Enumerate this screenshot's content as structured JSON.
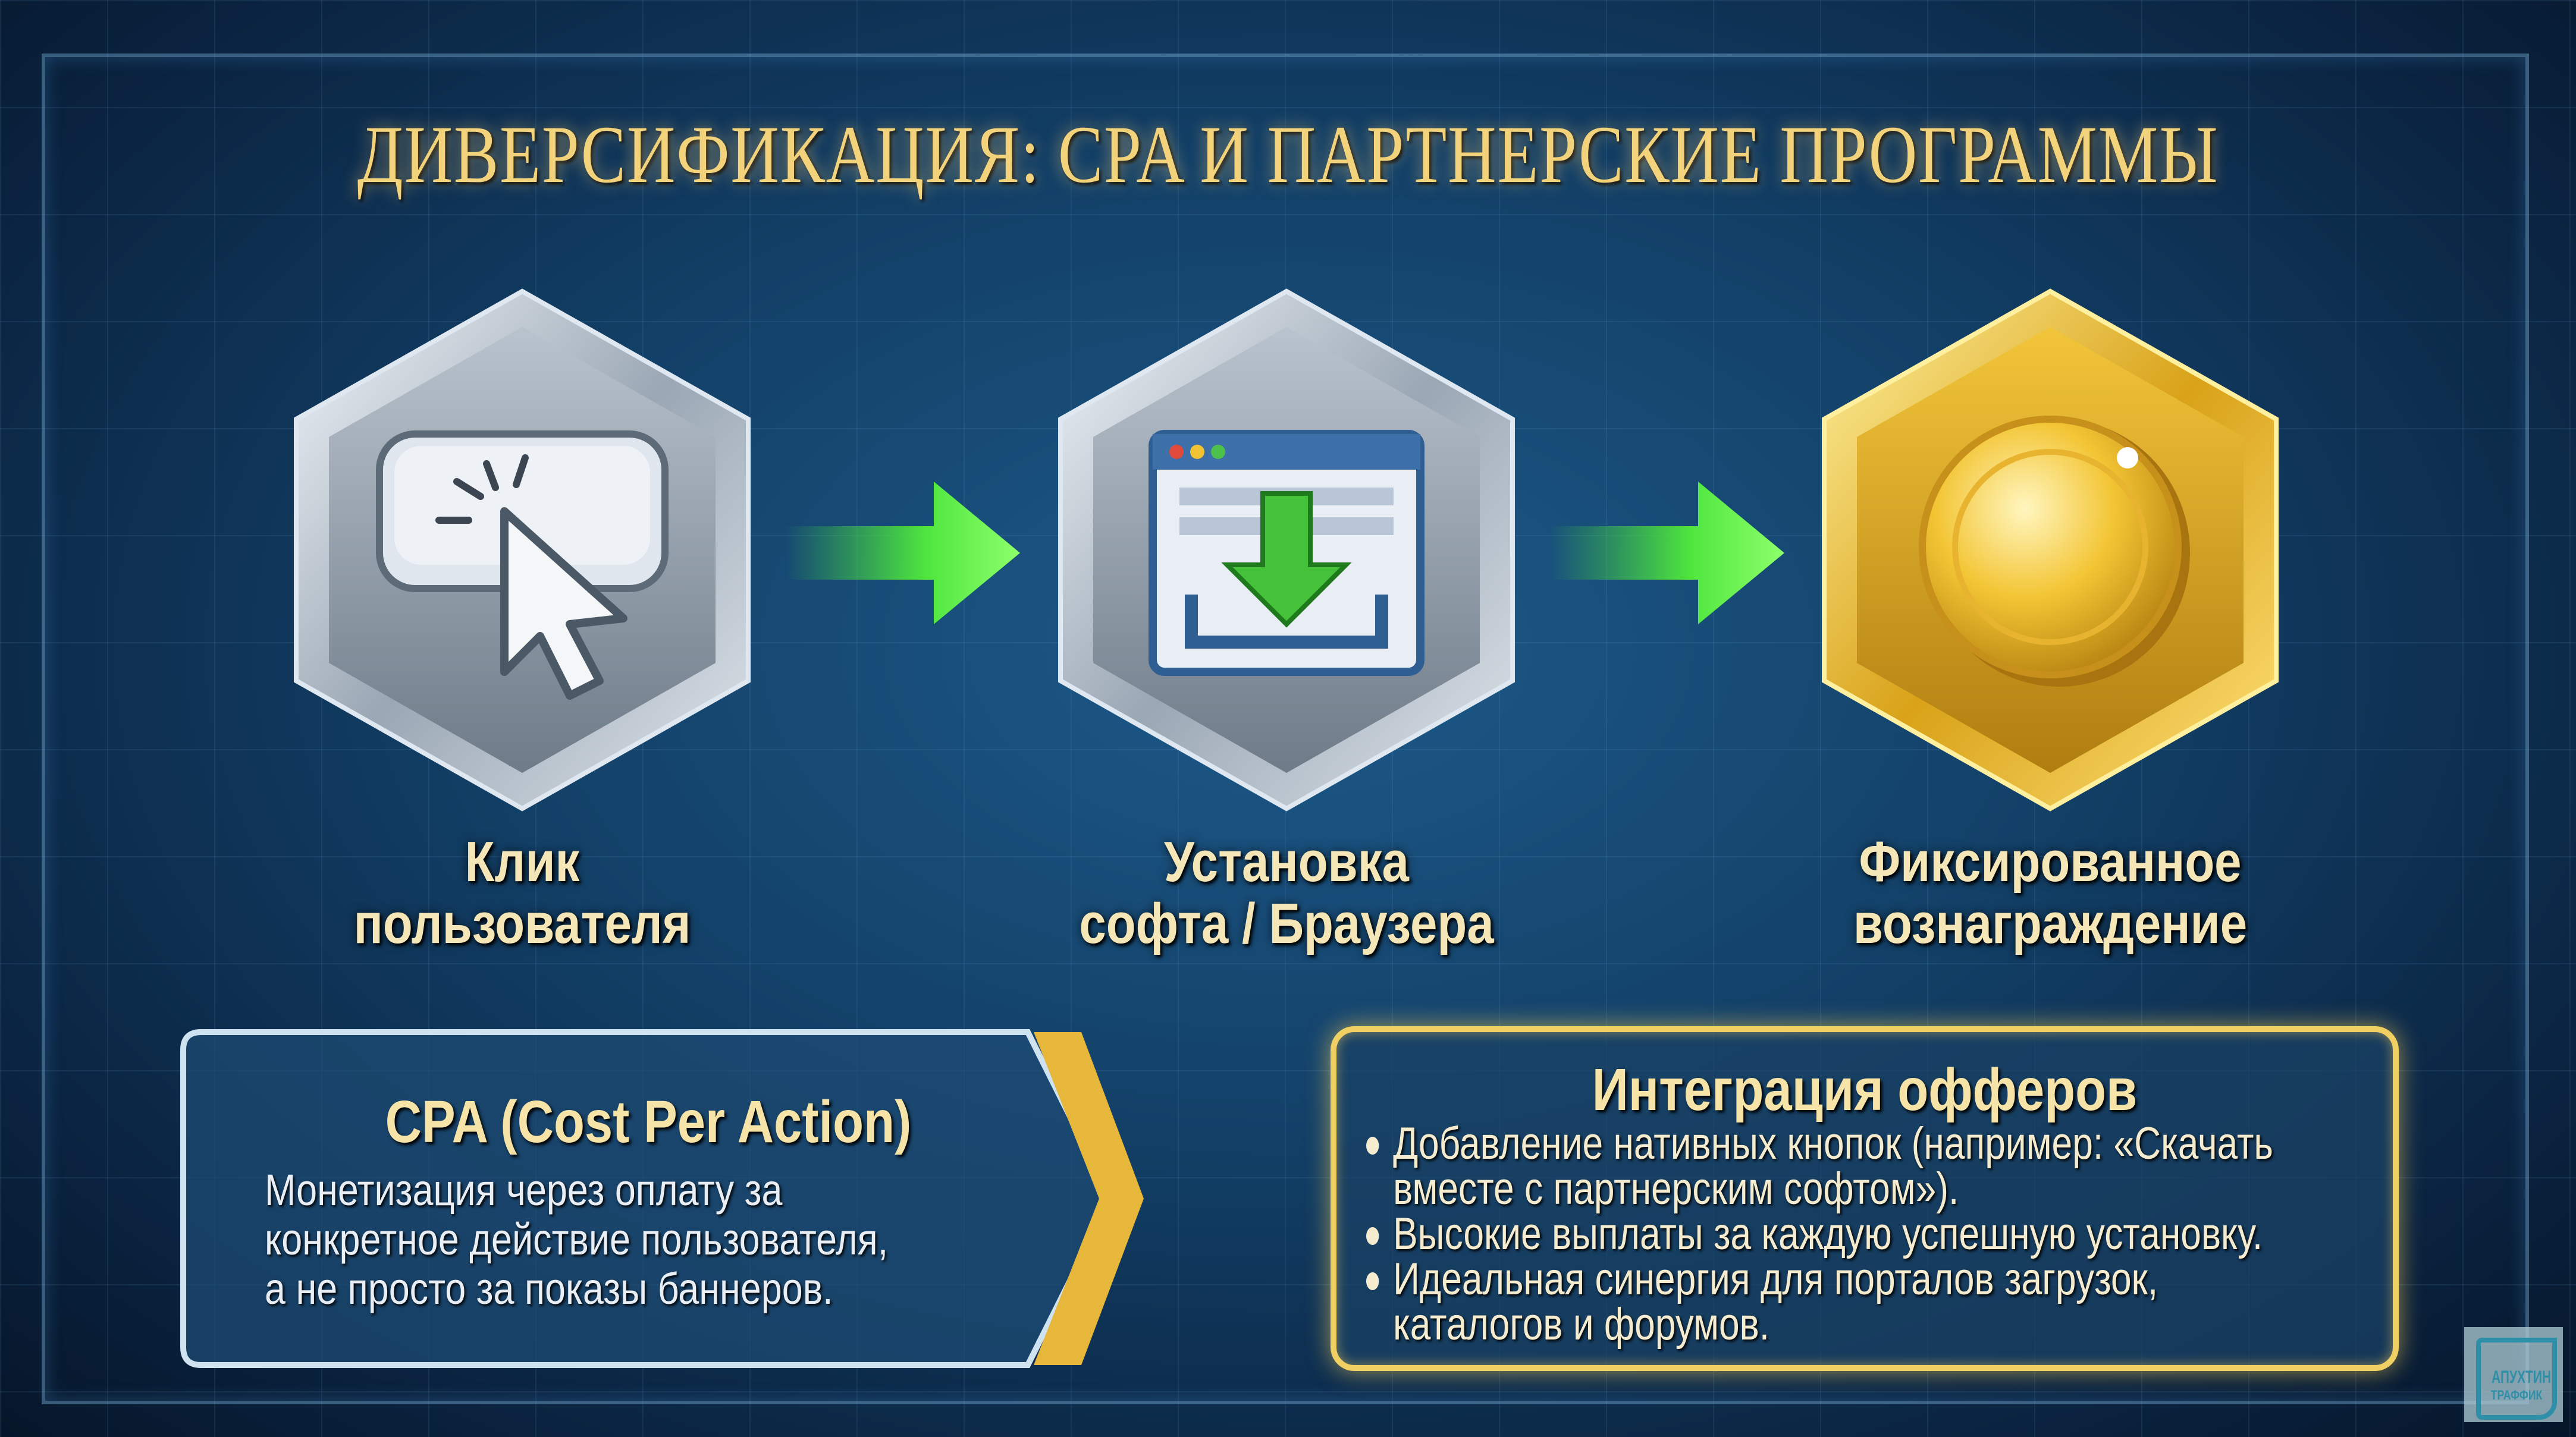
{
  "title": "ДИВЕРСИФИКАЦИЯ: CPA И ПАРТНЕРСКИЕ ПРОГРАММЫ",
  "steps": [
    {
      "label_lines": [
        "Клик пользователя"
      ],
      "icon": "cursor-click-icon"
    },
    {
      "label_lines": [
        "Установка",
        "софта / Браузера"
      ],
      "icon": "download-window-icon"
    },
    {
      "label_lines": [
        "Фиксированное",
        "вознаграждение"
      ],
      "icon": "gold-coin-icon"
    }
  ],
  "cpa": {
    "title": "CPA (Cost Per Action)",
    "body_lines": [
      "Монетизация через оплату за",
      "конкретное действие пользователя,",
      "а не просто за показы баннеров."
    ]
  },
  "integration": {
    "title": "Интеграция офферов",
    "bullets": [
      "Добавление нативных кнопок (например: «Скачать вместе с партнерским софтом»).",
      "Высокие выплаты за каждую успешную установку.",
      "Идеальная синергия для порталов загрузок, каталогов и форумов."
    ]
  },
  "logo": {
    "line1": "АПУХТИН",
    "line2": "ТРАФФИК"
  },
  "colors": {
    "gold": "#f0cf63",
    "arrow_green": "#3fdc3a",
    "silver": "#c9d3dc",
    "background": "#123f66"
  }
}
